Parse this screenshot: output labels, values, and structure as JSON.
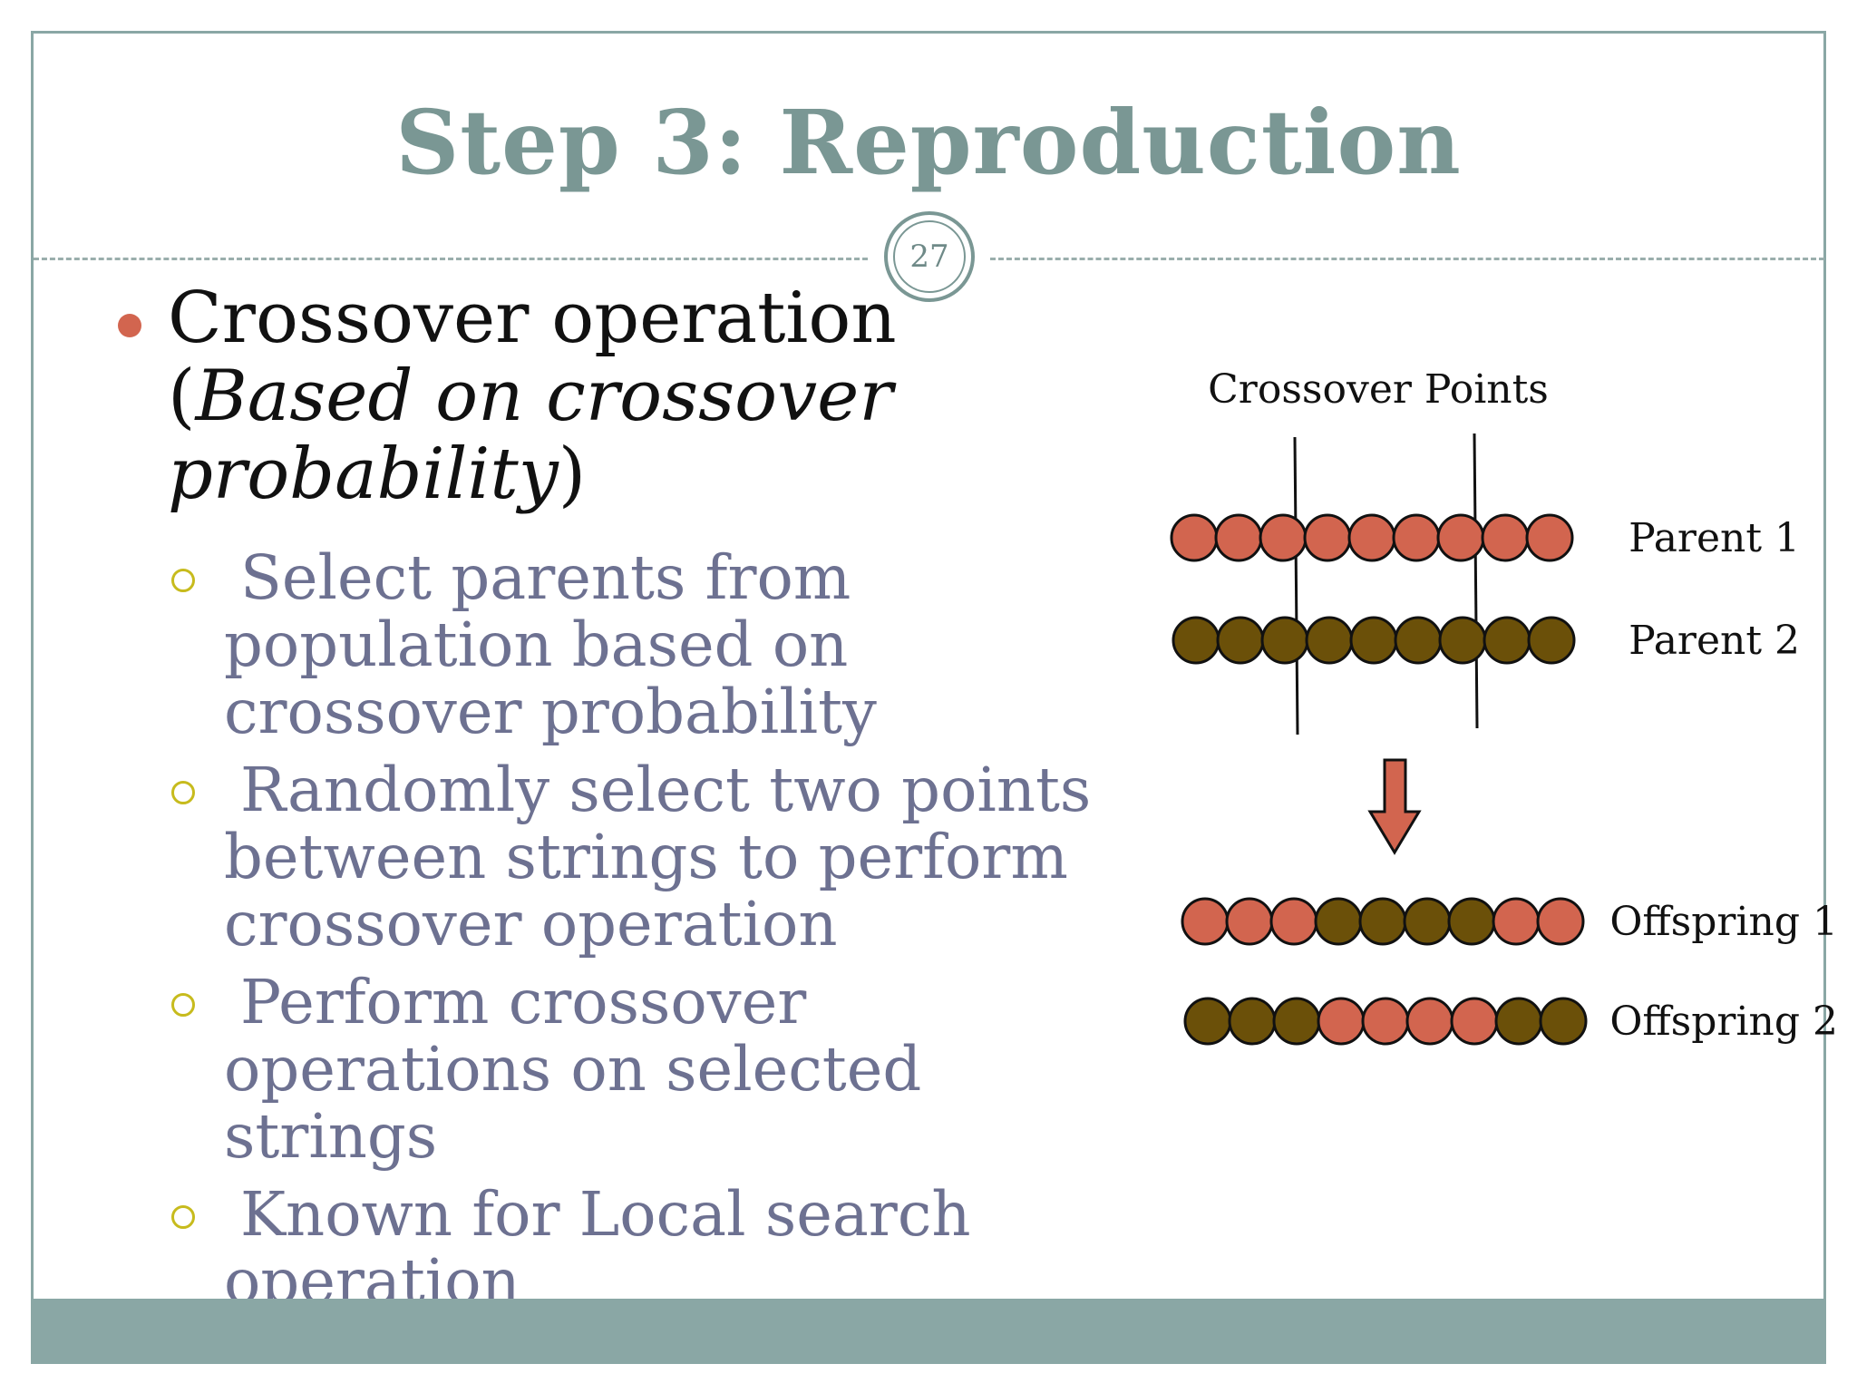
{
  "slide": {
    "title": "Step 3: Reproduction",
    "page_number": "27",
    "main_point": {
      "prefix": "Crossover operation (",
      "italic": "Based on crossover probability",
      "suffix": ")"
    },
    "sub_points": [
      "Select parents from population based on crossover probability",
      "Randomly select two points between strings to perform crossover operation",
      "Perform crossover operations on selected strings",
      "Known for Local search operation"
    ]
  },
  "diagram": {
    "heading": "Crossover Points",
    "rows": [
      {
        "label": "Parent 1",
        "genes": [
          "A",
          "A",
          "A",
          "A",
          "A",
          "A",
          "A",
          "A",
          "A"
        ]
      },
      {
        "label": "Parent 2",
        "genes": [
          "B",
          "B",
          "B",
          "B",
          "B",
          "B",
          "B",
          "B",
          "B"
        ]
      },
      {
        "label": "Offspring 1",
        "genes": [
          "A",
          "A",
          "A",
          "B",
          "B",
          "B",
          "B",
          "A",
          "A"
        ]
      },
      {
        "label": "Offspring 2",
        "genes": [
          "B",
          "B",
          "B",
          "A",
          "A",
          "A",
          "A",
          "B",
          "B"
        ]
      }
    ],
    "colors": {
      "A": "#d2654f",
      "B": "#6b5009",
      "arrow": "#d2654f",
      "title": "#7a9794",
      "bullet": "#d2654f",
      "sub_bullet": "#c7bb1d",
      "sub_text": "#6d7191",
      "footer": "#8aa7a5"
    }
  }
}
